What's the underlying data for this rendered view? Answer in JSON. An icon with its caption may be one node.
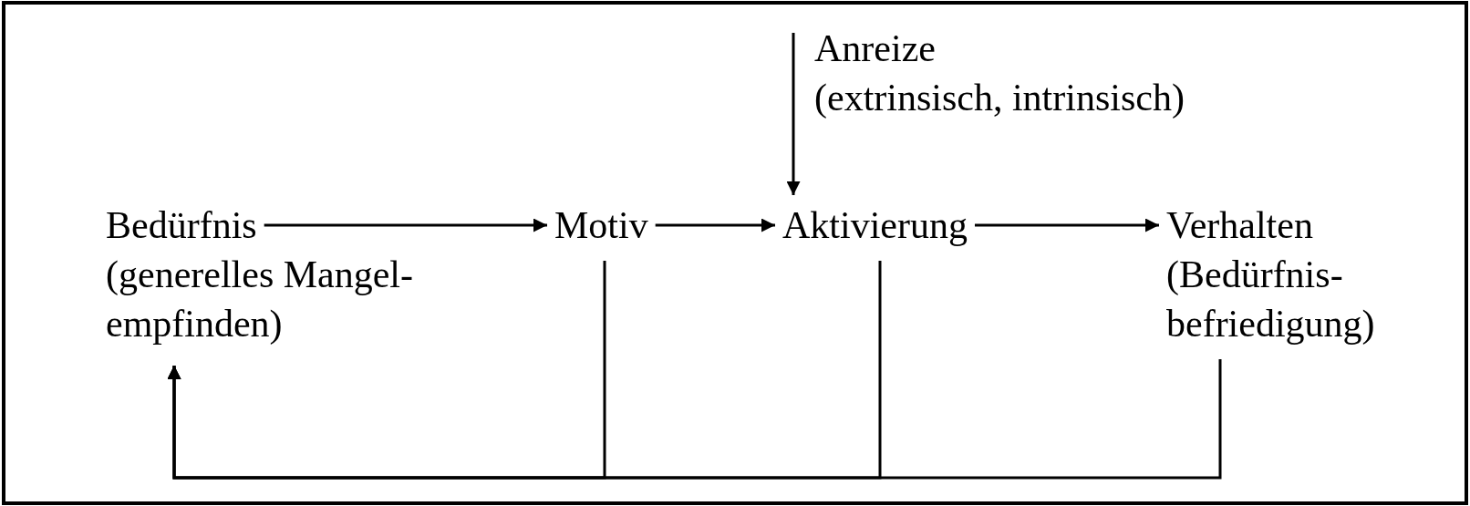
{
  "diagram": {
    "nodes": [
      {
        "text": [
          "Anreize",
          "(extrinsisch, intrinsisch)"
        ]
      },
      {
        "text": [
          "Bedürfnis",
          "(generelles Mangel- empfinden)"
        ]
      },
      {
        "text": [
          "Motiv"
        ]
      },
      {
        "text": [
          "Aktivierung"
        ]
      },
      {
        "text": [
          "Verhalten",
          "(Bedürfnis- befriedigung)"
        ]
      }
    ],
    "edges": [
      {
        "from": 0,
        "to": 3,
        "arrow": "to"
      },
      {
        "from": 1,
        "to": 2,
        "arrow": "to"
      },
      {
        "from": 2,
        "to": 3,
        "arrow": "to"
      },
      {
        "from": 3,
        "to": 4,
        "arrow": "to"
      },
      {
        "from": 2,
        "to": 1,
        "arrow": "to"
      },
      {
        "from": 3,
        "to": 1,
        "arrow": "to"
      },
      {
        "from": 4,
        "to": 1,
        "arrow": "to"
      }
    ]
  }
}
